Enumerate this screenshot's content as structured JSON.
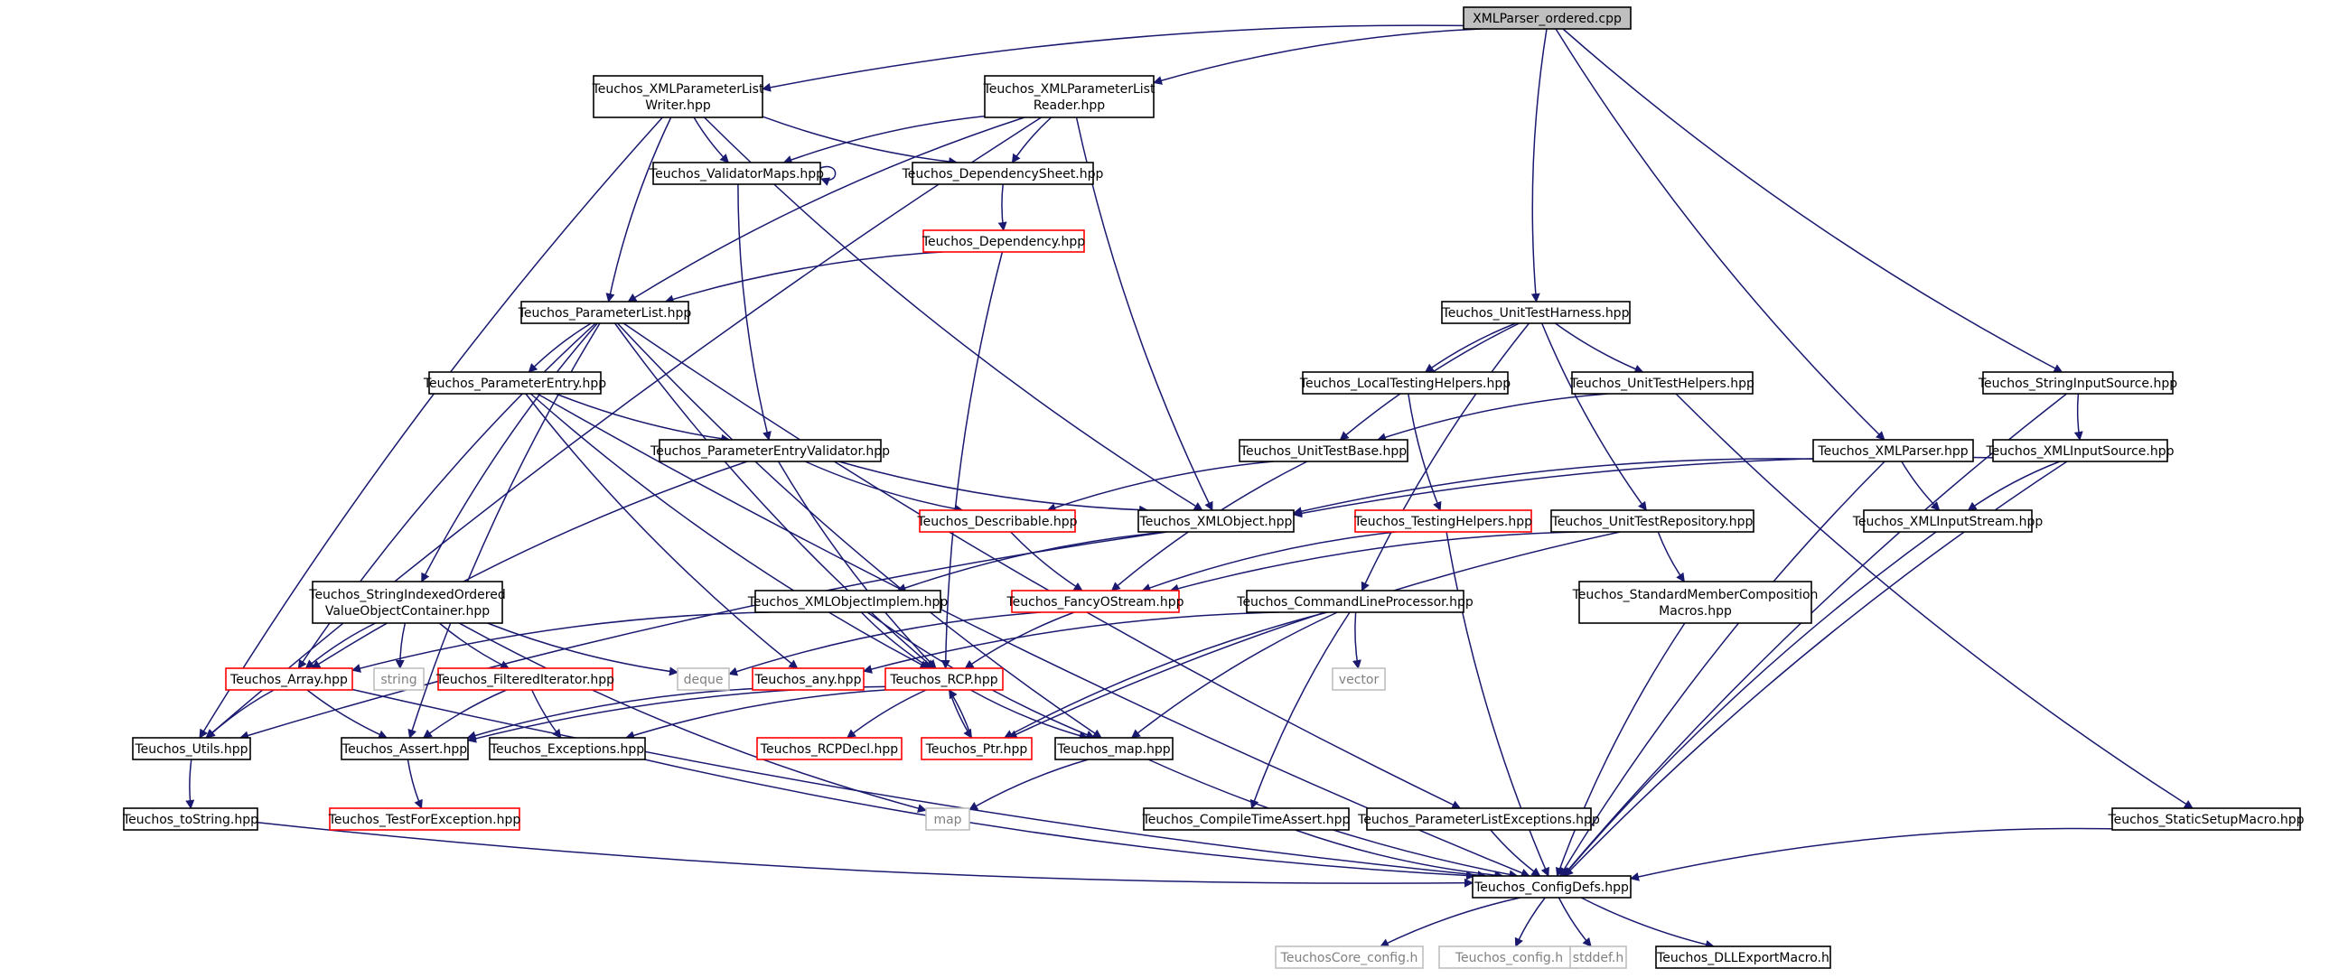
{
  "colors": {
    "edge": "#191970",
    "documented": "#000000",
    "truncated": "#ff0000",
    "external": "#bfbfbf",
    "root_fill": "#bfbfbf"
  },
  "nodes": [
    {
      "id": "root",
      "lines": [
        "XMLParser_ordered.cpp"
      ],
      "kind": "root"
    },
    {
      "id": "plw",
      "lines": [
        "Teuchos_XMLParameterList",
        "Writer.hpp"
      ],
      "kind": "black"
    },
    {
      "id": "plr",
      "lines": [
        "Teuchos_XMLParameterList",
        "Reader.hpp"
      ],
      "kind": "black"
    },
    {
      "id": "vmaps",
      "lines": [
        "Teuchos_ValidatorMaps.hpp"
      ],
      "kind": "black"
    },
    {
      "id": "depsheet",
      "lines": [
        "Teuchos_DependencySheet.hpp"
      ],
      "kind": "black"
    },
    {
      "id": "dep",
      "lines": [
        "Teuchos_Dependency.hpp"
      ],
      "kind": "red"
    },
    {
      "id": "plist",
      "lines": [
        "Teuchos_ParameterList.hpp"
      ],
      "kind": "black"
    },
    {
      "id": "pentry",
      "lines": [
        "Teuchos_ParameterEntry.hpp"
      ],
      "kind": "black"
    },
    {
      "id": "pev",
      "lines": [
        "Teuchos_ParameterEntryValidator.hpp"
      ],
      "kind": "black"
    },
    {
      "id": "describable",
      "lines": [
        "Teuchos_Describable.hpp"
      ],
      "kind": "red"
    },
    {
      "id": "xmlobj",
      "lines": [
        "Teuchos_XMLObject.hpp"
      ],
      "kind": "black"
    },
    {
      "id": "sivoc",
      "lines": [
        "Teuchos_StringIndexedOrdered",
        "ValueObjectContainer.hpp"
      ],
      "kind": "black"
    },
    {
      "id": "xmlimpl",
      "lines": [
        "Teuchos_XMLObjectImplem.hpp"
      ],
      "kind": "black"
    },
    {
      "id": "fos",
      "lines": [
        "Teuchos_FancyOStream.hpp"
      ],
      "kind": "red"
    },
    {
      "id": "array",
      "lines": [
        "Teuchos_Array.hpp"
      ],
      "kind": "red"
    },
    {
      "id": "string",
      "lines": [
        "string"
      ],
      "kind": "gray"
    },
    {
      "id": "filtered",
      "lines": [
        "Teuchos_FilteredIterator.hpp"
      ],
      "kind": "red"
    },
    {
      "id": "deque",
      "lines": [
        "deque"
      ],
      "kind": "gray"
    },
    {
      "id": "any",
      "lines": [
        "Teuchos_any.hpp"
      ],
      "kind": "red"
    },
    {
      "id": "rcp",
      "lines": [
        "Teuchos_RCP.hpp"
      ],
      "kind": "red"
    },
    {
      "id": "utils",
      "lines": [
        "Teuchos_Utils.hpp"
      ],
      "kind": "black"
    },
    {
      "id": "assert",
      "lines": [
        "Teuchos_Assert.hpp"
      ],
      "kind": "black"
    },
    {
      "id": "exceptions",
      "lines": [
        "Teuchos_Exceptions.hpp"
      ],
      "kind": "black"
    },
    {
      "id": "rcpdecl",
      "lines": [
        "Teuchos_RCPDecl.hpp"
      ],
      "kind": "red"
    },
    {
      "id": "ptr",
      "lines": [
        "Teuchos_Ptr.hpp"
      ],
      "kind": "red"
    },
    {
      "id": "map",
      "lines": [
        "Teuchos_map.hpp"
      ],
      "kind": "black"
    },
    {
      "id": "tostring",
      "lines": [
        "Teuchos_toString.hpp"
      ],
      "kind": "black"
    },
    {
      "id": "tfe",
      "lines": [
        "Teuchos_TestForException.hpp"
      ],
      "kind": "red"
    },
    {
      "id": "stdmap",
      "lines": [
        "map"
      ],
      "kind": "gray"
    },
    {
      "id": "uth",
      "lines": [
        "Teuchos_UnitTestHarness.hpp"
      ],
      "kind": "black"
    },
    {
      "id": "lth",
      "lines": [
        "Teuchos_LocalTestingHelpers.hpp"
      ],
      "kind": "black"
    },
    {
      "id": "uthelpers",
      "lines": [
        "Teuchos_UnitTestHelpers.hpp"
      ],
      "kind": "black"
    },
    {
      "id": "utbase",
      "lines": [
        "Teuchos_UnitTestBase.hpp"
      ],
      "kind": "black"
    },
    {
      "id": "testhelpers",
      "lines": [
        "Teuchos_TestingHelpers.hpp"
      ],
      "kind": "red"
    },
    {
      "id": "utrepo",
      "lines": [
        "Teuchos_UnitTestRepository.hpp"
      ],
      "kind": "black"
    },
    {
      "id": "clp",
      "lines": [
        "Teuchos_CommandLineProcessor.hpp"
      ],
      "kind": "black"
    },
    {
      "id": "vector",
      "lines": [
        "vector"
      ],
      "kind": "gray"
    },
    {
      "id": "smc",
      "lines": [
        "Teuchos_StandardMemberComposition",
        "Macros.hpp"
      ],
      "kind": "black"
    },
    {
      "id": "cta",
      "lines": [
        "Teuchos_CompileTimeAssert.hpp"
      ],
      "kind": "black"
    },
    {
      "id": "ple",
      "lines": [
        "Teuchos_ParameterListExceptions.hpp"
      ],
      "kind": "black"
    },
    {
      "id": "xmlparser",
      "lines": [
        "Teuchos_XMLParser.hpp"
      ],
      "kind": "black"
    },
    {
      "id": "xmlis",
      "lines": [
        "Teuchos_XMLInputSource.hpp"
      ],
      "kind": "black"
    },
    {
      "id": "xmlistream",
      "lines": [
        "Teuchos_XMLInputStream.hpp"
      ],
      "kind": "black"
    },
    {
      "id": "sis",
      "lines": [
        "Teuchos_StringInputSource.hpp"
      ],
      "kind": "black"
    },
    {
      "id": "ssm",
      "lines": [
        "Teuchos_StaticSetupMacro.hpp"
      ],
      "kind": "black"
    },
    {
      "id": "configdefs",
      "lines": [
        "Teuchos_ConfigDefs.hpp"
      ],
      "kind": "black"
    },
    {
      "id": "coreconfig",
      "lines": [
        "TeuchosCore_config.h"
      ],
      "kind": "gray"
    },
    {
      "id": "config",
      "lines": [
        "Teuchos_config.h"
      ],
      "kind": "gray"
    },
    {
      "id": "stddef",
      "lines": [
        "stddef.h"
      ],
      "kind": "gray"
    },
    {
      "id": "dll",
      "lines": [
        "Teuchos_DLLExportMacro.h"
      ],
      "kind": "black"
    }
  ],
  "edges": [
    [
      "root",
      "plw"
    ],
    [
      "root",
      "plr"
    ],
    [
      "root",
      "uth"
    ],
    [
      "root",
      "xmlparser"
    ],
    [
      "root",
      "sis"
    ],
    [
      "plw",
      "vmaps"
    ],
    [
      "plw",
      "depsheet"
    ],
    [
      "plw",
      "plist"
    ],
    [
      "plw",
      "xmlobj"
    ],
    [
      "plw",
      "utils"
    ],
    [
      "plr",
      "vmaps"
    ],
    [
      "plr",
      "depsheet"
    ],
    [
      "plr",
      "plist"
    ],
    [
      "plr",
      "xmlobj"
    ],
    [
      "plr",
      "utils"
    ],
    [
      "vmaps",
      "vmaps"
    ],
    [
      "vmaps",
      "pev"
    ],
    [
      "depsheet",
      "dep"
    ],
    [
      "dep",
      "plist"
    ],
    [
      "dep",
      "rcp"
    ],
    [
      "plist",
      "pentry"
    ],
    [
      "plist",
      "sivoc"
    ],
    [
      "plist",
      "array"
    ],
    [
      "plist",
      "assert"
    ],
    [
      "plist",
      "rcp"
    ],
    [
      "plist",
      "map"
    ],
    [
      "plist",
      "ple"
    ],
    [
      "pentry",
      "pev"
    ],
    [
      "pentry",
      "any"
    ],
    [
      "pentry",
      "rcp"
    ],
    [
      "pentry",
      "configdefs"
    ],
    [
      "pev",
      "describable"
    ],
    [
      "pev",
      "xmlobj"
    ],
    [
      "pev",
      "array"
    ],
    [
      "pev",
      "rcp"
    ],
    [
      "describable",
      "fos"
    ],
    [
      "xmlobj",
      "xmlimpl"
    ],
    [
      "xmlobj",
      "utils"
    ],
    [
      "sivoc",
      "array"
    ],
    [
      "sivoc",
      "string"
    ],
    [
      "sivoc",
      "filtered"
    ],
    [
      "sivoc",
      "deque"
    ],
    [
      "sivoc",
      "stdmap"
    ],
    [
      "xmlimpl",
      "array"
    ],
    [
      "xmlimpl",
      "rcp"
    ],
    [
      "xmlimpl",
      "map"
    ],
    [
      "fos",
      "rcp"
    ],
    [
      "fos",
      "deque"
    ],
    [
      "array",
      "utils"
    ],
    [
      "array",
      "assert"
    ],
    [
      "array",
      "configdefs"
    ],
    [
      "filtered",
      "assert"
    ],
    [
      "filtered",
      "exceptions"
    ],
    [
      "any",
      "assert"
    ],
    [
      "rcp",
      "assert"
    ],
    [
      "rcp",
      "exceptions"
    ],
    [
      "rcp",
      "rcpdecl"
    ],
    [
      "rcp",
      "ptr"
    ],
    [
      "rcp",
      "map"
    ],
    [
      "ptr",
      "rcp"
    ],
    [
      "utils",
      "tostring"
    ],
    [
      "assert",
      "tfe"
    ],
    [
      "exceptions",
      "configdefs"
    ],
    [
      "map",
      "stdmap"
    ],
    [
      "map",
      "configdefs"
    ],
    [
      "tostring",
      "configdefs"
    ],
    [
      "uth",
      "lth"
    ],
    [
      "uth",
      "uthelpers"
    ],
    [
      "uth",
      "utbase"
    ],
    [
      "uth",
      "utrepo"
    ],
    [
      "uth",
      "clp"
    ],
    [
      "lth",
      "testhelpers"
    ],
    [
      "uthelpers",
      "utbase"
    ],
    [
      "uthelpers",
      "ssm"
    ],
    [
      "utbase",
      "describable"
    ],
    [
      "utbase",
      "fos"
    ],
    [
      "testhelpers",
      "fos"
    ],
    [
      "testhelpers",
      "configdefs"
    ],
    [
      "utrepo",
      "fos"
    ],
    [
      "utrepo",
      "ptr"
    ],
    [
      "utrepo",
      "smc"
    ],
    [
      "clp",
      "any"
    ],
    [
      "clp",
      "vector"
    ],
    [
      "clp",
      "ptr"
    ],
    [
      "clp",
      "map"
    ],
    [
      "clp",
      "cta"
    ],
    [
      "smc",
      "configdefs"
    ],
    [
      "cta",
      "configdefs"
    ],
    [
      "ple",
      "configdefs"
    ],
    [
      "xmlparser",
      "xmlobj"
    ],
    [
      "xmlparser",
      "xmlistream"
    ],
    [
      "xmlparser",
      "configdefs"
    ],
    [
      "sis",
      "xmlis"
    ],
    [
      "sis",
      "configdefs"
    ],
    [
      "xmlis",
      "xmlobj"
    ],
    [
      "xmlis",
      "xmlistream"
    ],
    [
      "xmlis",
      "configdefs"
    ],
    [
      "xmlistream",
      "configdefs"
    ],
    [
      "ssm",
      "configdefs"
    ],
    [
      "configdefs",
      "coreconfig"
    ],
    [
      "configdefs",
      "config"
    ],
    [
      "configdefs",
      "stddef"
    ],
    [
      "configdefs",
      "dll"
    ]
  ]
}
